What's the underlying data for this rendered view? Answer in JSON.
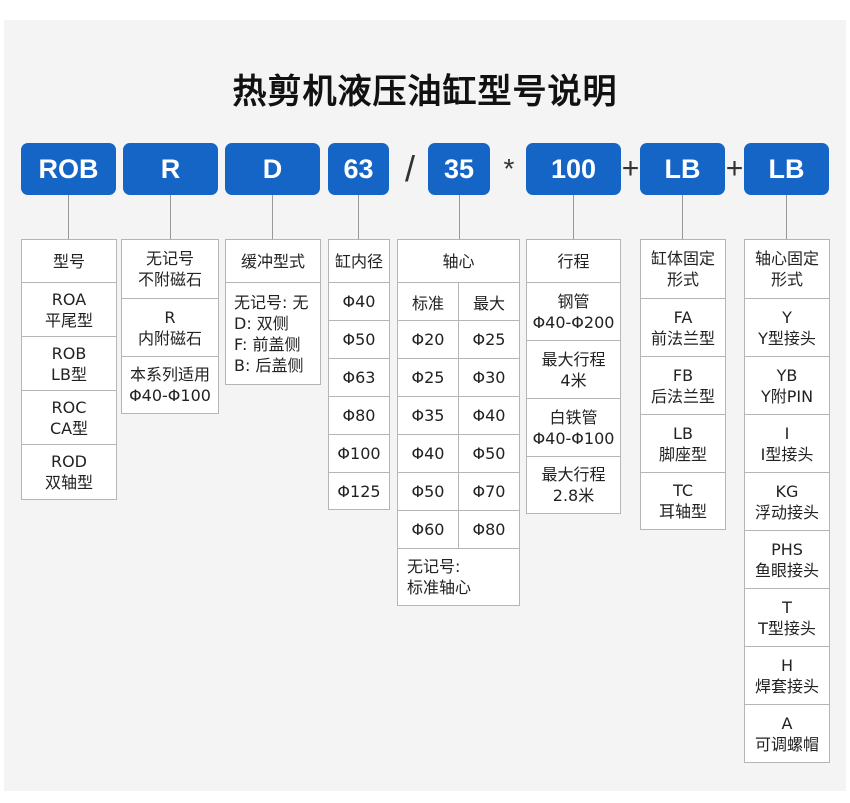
{
  "title": "热剪机液压油缸型号说明",
  "code": {
    "segments": [
      "ROB",
      "R",
      "D",
      "63",
      "35",
      "100",
      "LB",
      "LB"
    ],
    "separators": [
      "/",
      "*",
      "+",
      "+"
    ]
  },
  "model": {
    "header": "型号",
    "items": [
      "ROA\n平尾型",
      "ROB\nLB型",
      "ROC\nCA型",
      "ROD\n双轴型"
    ]
  },
  "magnet": {
    "header": "无记号\n不附磁石",
    "items": [
      "R\n内附磁石",
      "本系列适用\nΦ40-Φ100"
    ]
  },
  "cushion": {
    "header": "缓冲型式",
    "lines": [
      "无记号: 无",
      "D: 双侧",
      "F: 前盖侧",
      "B: 后盖侧"
    ]
  },
  "bore": {
    "header": "缸内径",
    "items": [
      "Φ40",
      "Φ50",
      "Φ63",
      "Φ80",
      "Φ100",
      "Φ125"
    ]
  },
  "rod": {
    "header": "轴心",
    "col_standard": "标准",
    "col_max": "最大",
    "rows": [
      [
        "Φ20",
        "Φ25"
      ],
      [
        "Φ25",
        "Φ30"
      ],
      [
        "Φ35",
        "Φ40"
      ],
      [
        "Φ40",
        "Φ50"
      ],
      [
        "Φ50",
        "Φ70"
      ],
      [
        "Φ60",
        "Φ80"
      ]
    ],
    "note": "无记号:\n标准轴心"
  },
  "stroke": {
    "header": "行程",
    "items": [
      "钢管\nΦ40-Φ200",
      "最大行程\n4米",
      "白铁管\nΦ40-Φ100",
      "最大行程\n2.8米"
    ]
  },
  "body_mount": {
    "header": "缸体固定\n形式",
    "items": [
      "FA\n前法兰型",
      "FB\n后法兰型",
      "LB\n脚座型",
      "TC\n耳轴型"
    ]
  },
  "rod_mount": {
    "header": "轴心固定\n形式",
    "items": [
      "Y\nY型接头",
      "YB\nY附PIN",
      "I\nI型接头",
      "KG\n浮动接头",
      "PHS\n鱼眼接头",
      "T\nT型接头",
      "H\n焊套接头",
      "A\n可调螺帽"
    ]
  }
}
